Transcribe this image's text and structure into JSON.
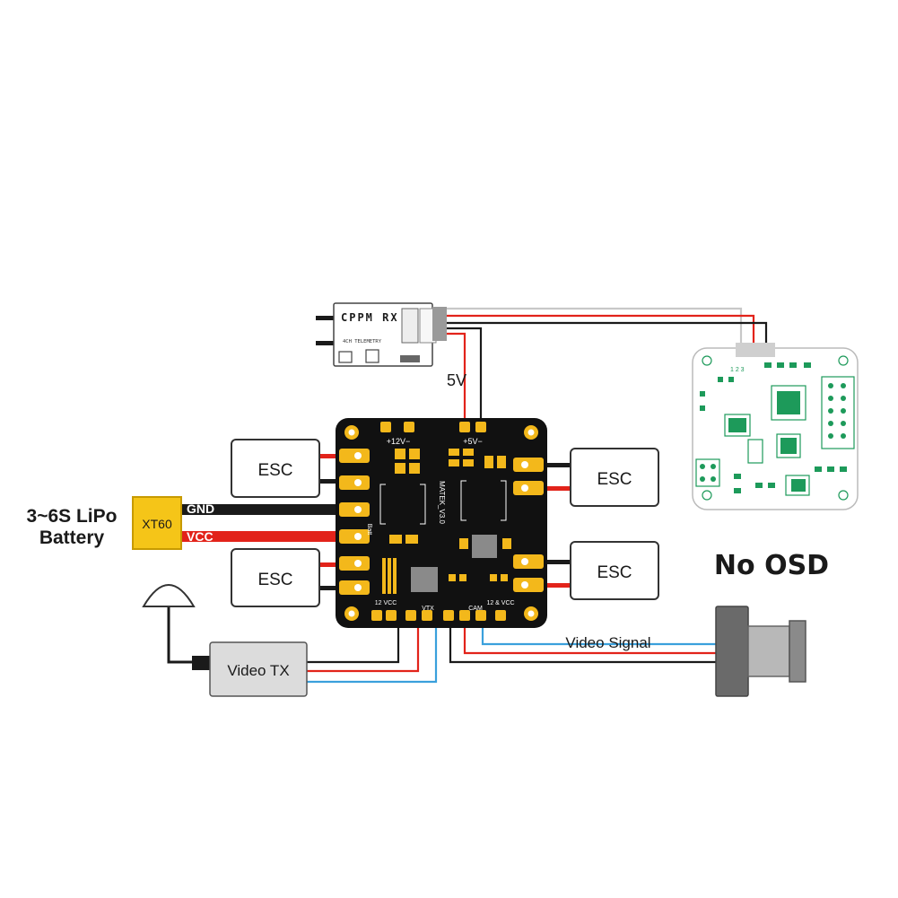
{
  "battery": {
    "line1": "3~6S LiPo",
    "line2": "Battery",
    "connector": "XT60",
    "gnd": "GND",
    "vcc": "VCC"
  },
  "esc": {
    "label": "ESC"
  },
  "receiver": {
    "title": "CPPM RX",
    "subtitle": "4CH TELEMETRY",
    "voltage": "5V"
  },
  "pdb": {
    "label_12v": "+12V−",
    "label_5v": "+5V−",
    "label_model": "MATEK_V3.0",
    "label_batt": "Batt",
    "label_12vcc_left": "12 VCC",
    "label_vtx": "VTX",
    "label_cam": "CAM",
    "label_12vcc_right": "12 & VCC"
  },
  "flight_controller": {
    "osd_note": "No OSD",
    "pins": "1 2 3"
  },
  "video": {
    "tx": "Video TX",
    "signal": "Video Signal"
  },
  "colors": {
    "wire_red": "#e2231a",
    "wire_black": "#1a1a1a",
    "wire_blue": "#3aa0dc",
    "wire_white": "#c8c8c8",
    "pcb_black": "#111111",
    "pad_gold": "#f3b81b",
    "connector_yellow": "#f5c518",
    "fc_green": "#1d9a5a",
    "box_gray": "#dcdcdc"
  }
}
